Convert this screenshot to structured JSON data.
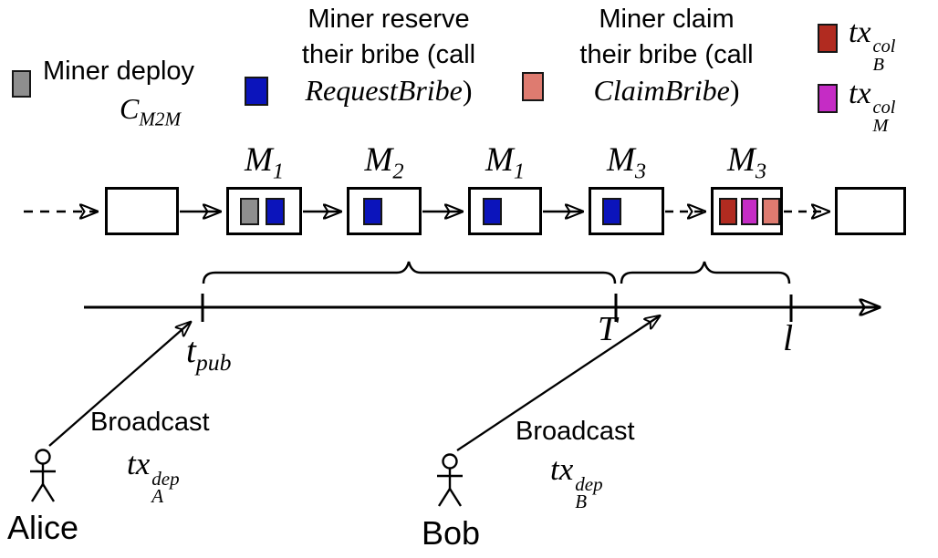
{
  "legend": {
    "deploy": {
      "line1": "Miner deploy",
      "math_base": "C",
      "math_sub": "M2M"
    },
    "reserve": {
      "line1": "Miner reserve",
      "line2": "their bribe (call",
      "math": "RequestBribe",
      "paren": ")"
    },
    "claim": {
      "line1": "Miner claim",
      "line2": "their bribe (call",
      "math": "ClaimBribe",
      "paren": ")"
    },
    "txB": {
      "base": "tx",
      "sup": "col",
      "sub": "B"
    },
    "txM": {
      "base": "tx",
      "sup": "col",
      "sub": "M"
    }
  },
  "blocks": [
    {
      "label": "",
      "sub": ""
    },
    {
      "label": "M",
      "sub": "1"
    },
    {
      "label": "M",
      "sub": "2"
    },
    {
      "label": "M",
      "sub": "1"
    },
    {
      "label": "M",
      "sub": "3"
    },
    {
      "label": "M",
      "sub": "3"
    },
    {
      "label": "",
      "sub": ""
    }
  ],
  "timeline": {
    "tpub_base": "t",
    "tpub_sub": "pub",
    "T_label": "T",
    "l_label": "l"
  },
  "actors": {
    "alice": {
      "name": "Alice",
      "action": "Broadcast",
      "tx_base": "tx",
      "tx_sup": "dep",
      "tx_sub": "A"
    },
    "bob": {
      "name": "Bob",
      "action": "Broadcast",
      "tx_base": "tx",
      "tx_sup": "dep",
      "tx_sub": "B"
    }
  },
  "colors": {
    "deploy_gray": "#8e8e8e",
    "bribe_blue": "#0b14bb",
    "claim_salmon": "#de7b70",
    "col_b_red": "#b12b20",
    "col_m_magenta": "#c52cc5",
    "line_black": "#000000"
  }
}
